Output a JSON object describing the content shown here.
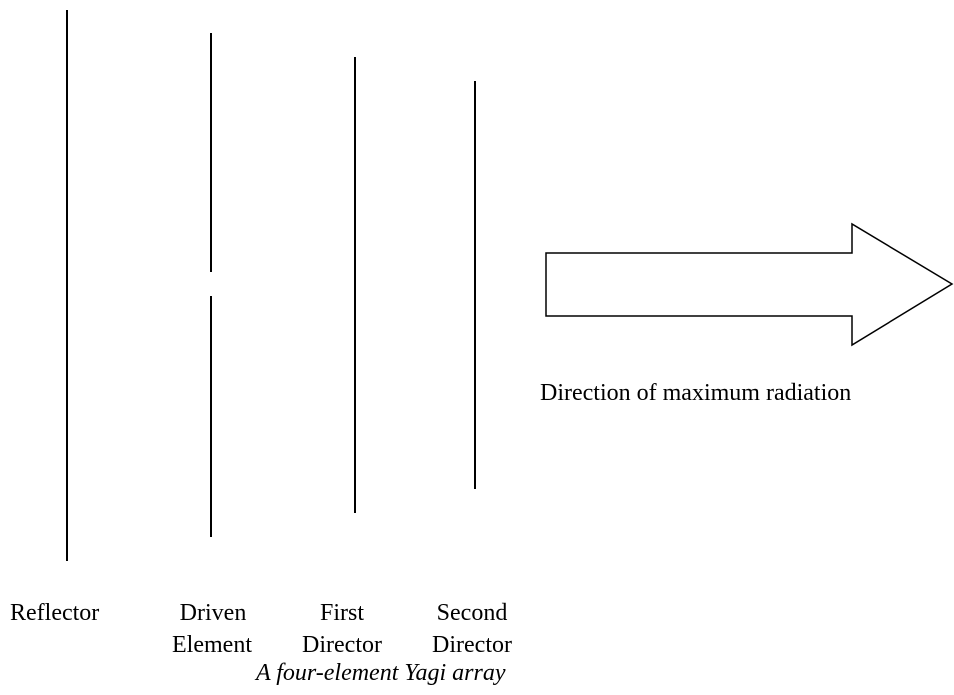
{
  "diagram": {
    "elements": [
      {
        "id": "reflector",
        "label_line1": "Reflector",
        "label_line2": ""
      },
      {
        "id": "driven",
        "label_line1": "Driven",
        "label_line2": "Element"
      },
      {
        "id": "first-director",
        "label_line1": "First",
        "label_line2": "Director"
      },
      {
        "id": "second-director",
        "label_line1": "Second",
        "label_line2": "Director"
      }
    ],
    "direction_label": "Direction of maximum radiation",
    "caption": "A four-element Yagi array",
    "line_color": "#000000",
    "background_color": "#ffffff"
  }
}
